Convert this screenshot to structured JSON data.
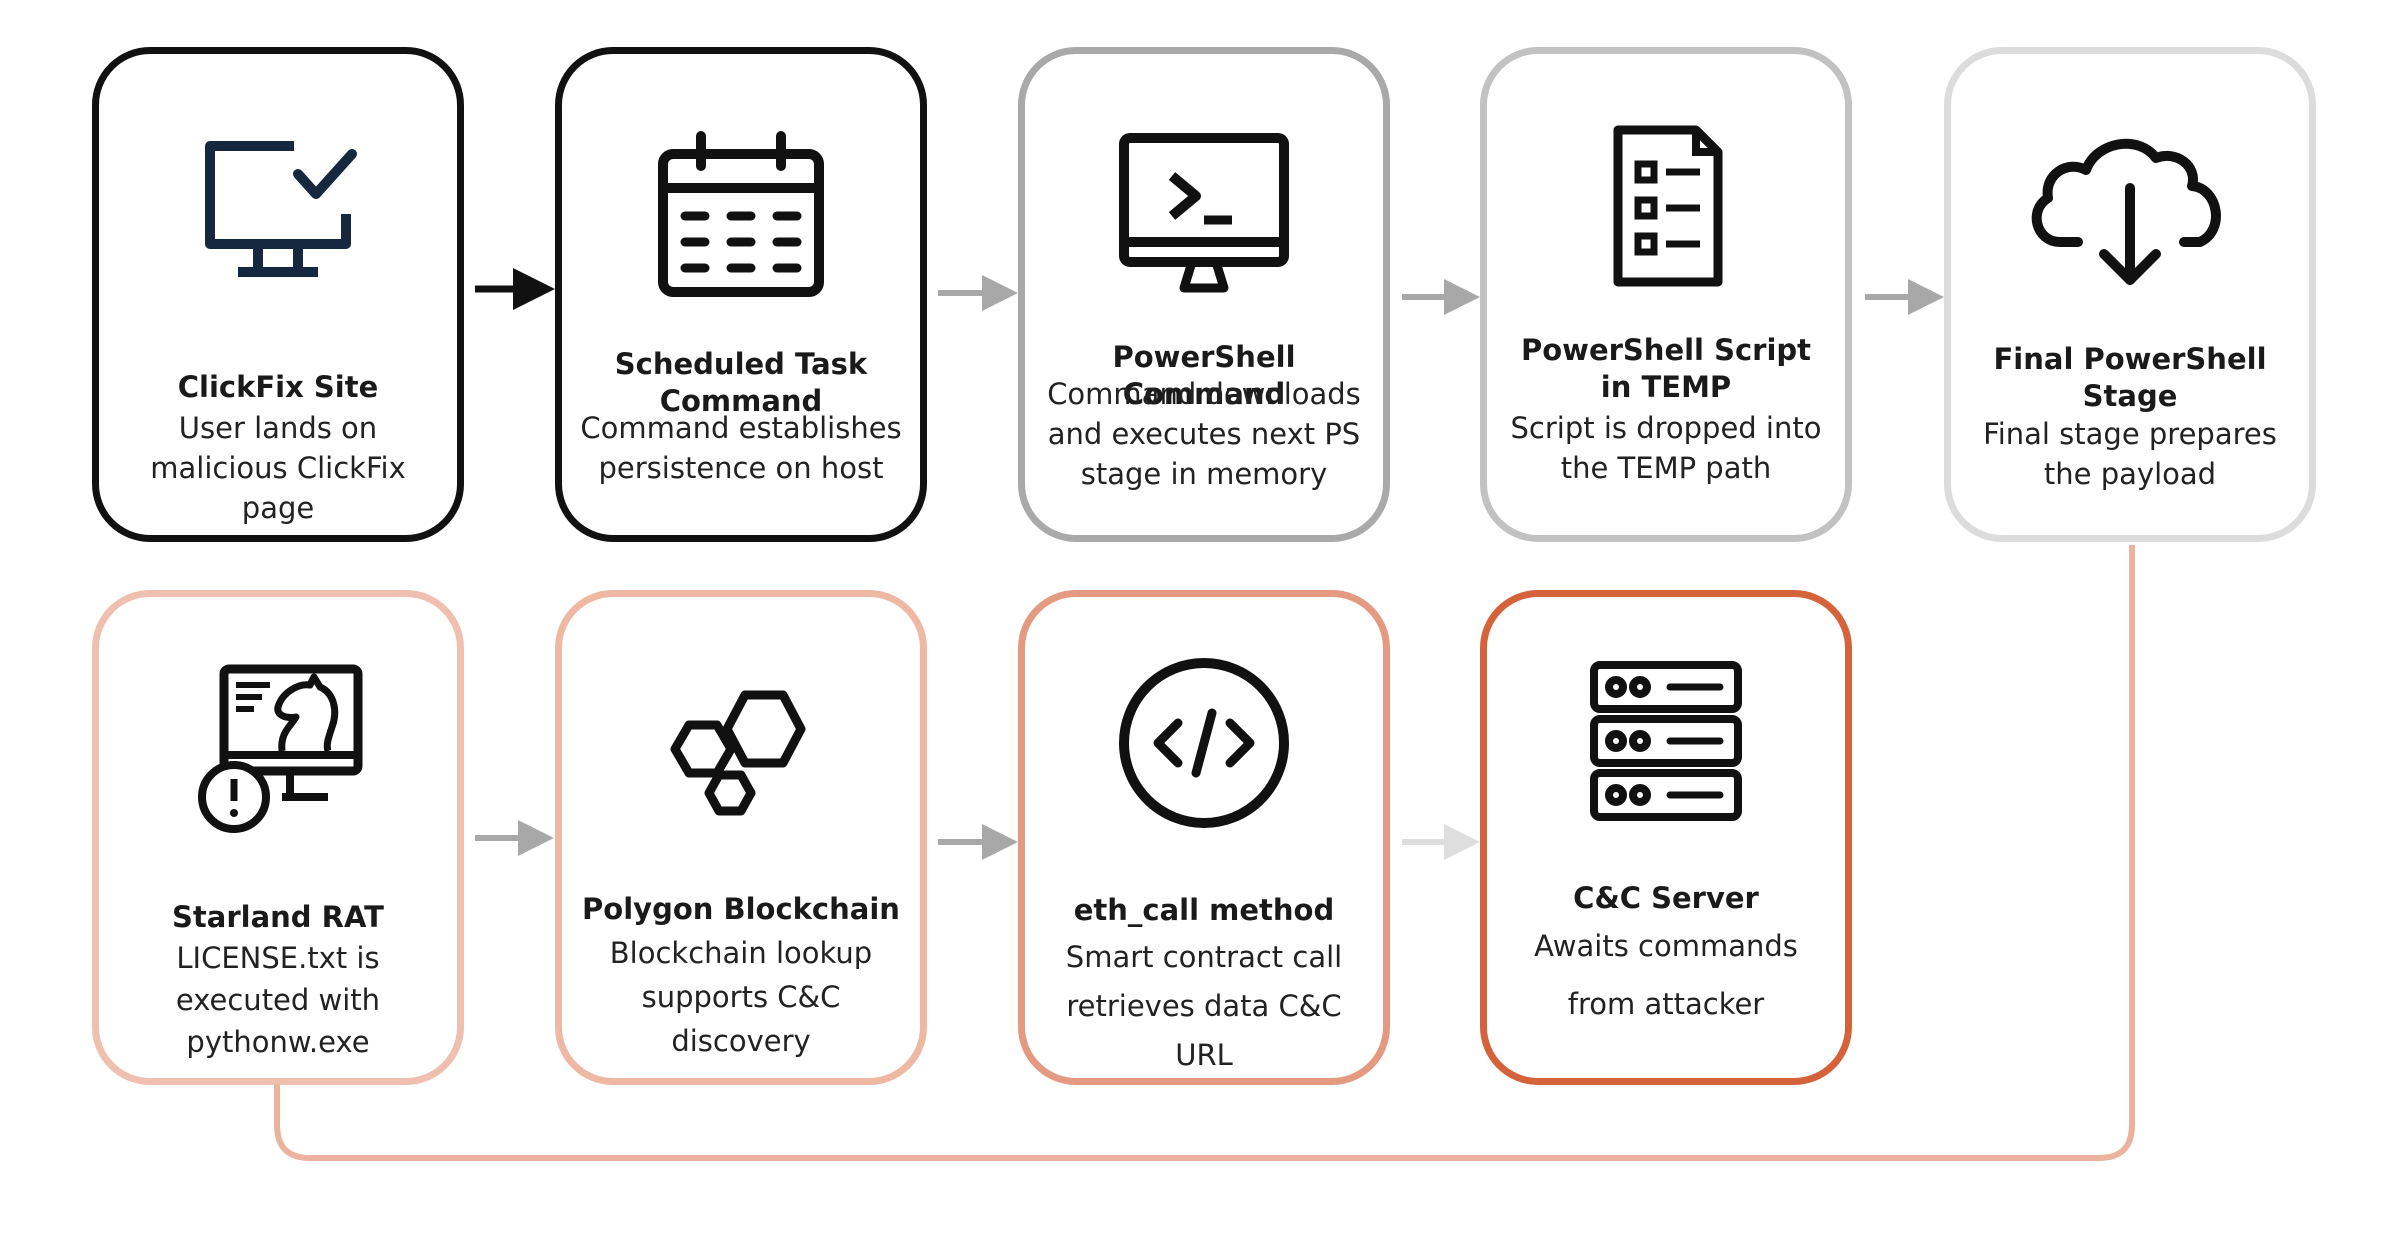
{
  "diagram": {
    "steps": [
      {
        "title": "ClickFix Site",
        "desc": "User lands on malicious ClickFix page",
        "icon": "monitor-check-icon",
        "border": "#111111"
      },
      {
        "title": "Scheduled Task Command",
        "desc": "Command establishes persistence on host",
        "icon": "calendar-icon",
        "border": "#111111"
      },
      {
        "title": "PowerShell Command",
        "desc": "Command downloads and executes next PS stage in memory",
        "icon": "terminal-monitor-icon",
        "border": "#a9a9a9"
      },
      {
        "title": "PowerShell Script in TEMP",
        "desc": "Script is dropped into the TEMP path",
        "icon": "script-document-icon",
        "border": "#c2c2c2"
      },
      {
        "title": "Final PowerShell Stage",
        "desc": "Final stage prepares the payload",
        "icon": "cloud-download-icon",
        "border": "#dcdcdc"
      },
      {
        "title": "Starland RAT",
        "desc": "LICENSE.txt is executed with pythonw.exe",
        "icon": "rat-monitor-alert-icon",
        "border": "#efc0b0"
      },
      {
        "title": "Polygon Blockchain",
        "desc": "Blockchain lookup supports C&C discovery",
        "icon": "hexagons-icon",
        "border": "#eeb8a3"
      },
      {
        "title": "eth_call method",
        "desc": "Smart contract call retrieves data C&C URL",
        "icon": "code-icon",
        "border": "#e39a80"
      },
      {
        "title": "C&C Server",
        "desc": "Awaits commands from attacker",
        "icon": "server-icon",
        "border": "#d4633c"
      }
    ],
    "colors": {
      "dark_arrow": "#111111",
      "gray_arrow": "#a8a8a8",
      "light_arrow": "#dedede",
      "connector": "#ebb39e"
    }
  }
}
